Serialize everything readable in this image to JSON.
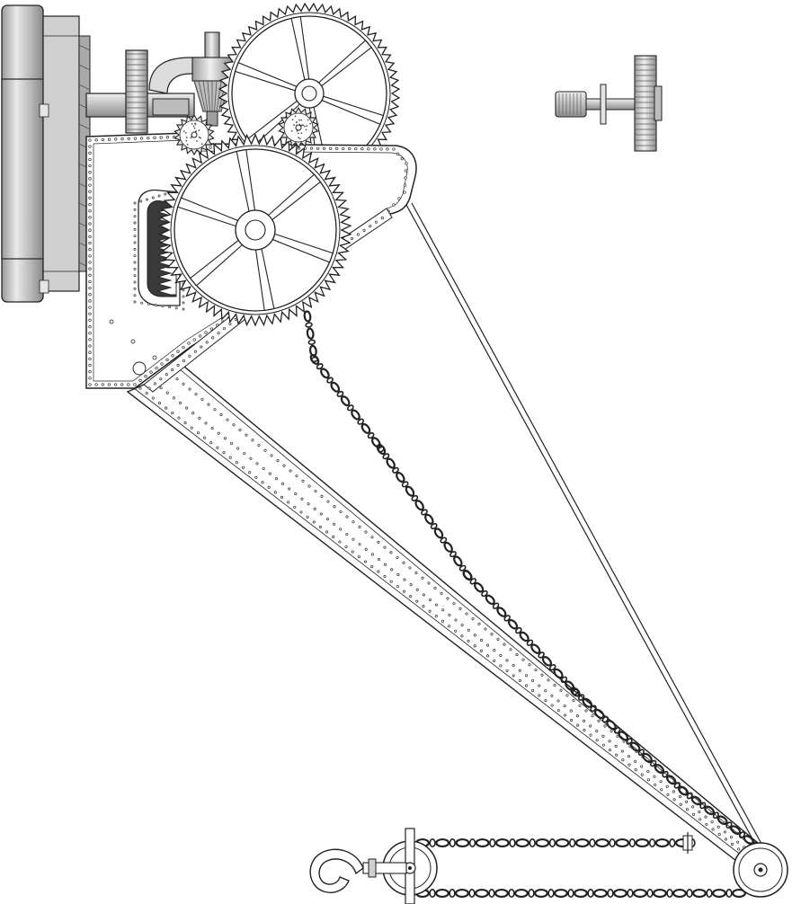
{
  "illustration": {
    "subject": "crane-mechanism",
    "colors": {
      "background": "#ffffff",
      "line": "#222222",
      "metal_light": "#e6e6e6",
      "metal_mid": "#c4c4c4",
      "metal_dark": "#8c8c8c",
      "shadow": "#3a3a3a",
      "rivet": "#444444"
    },
    "components": [
      "flywheel-drum",
      "main-shaft",
      "small-spur-gear-left",
      "bevel-gear-assembly",
      "large-upper-gear-wheel",
      "small-pinion-upper",
      "small-pinion-left",
      "large-lower-gear-wheel",
      "curved-rack-slot",
      "frame-plate",
      "jib-arm",
      "tie-rod",
      "hoist-chain",
      "jib-pulley",
      "hook-pulley-block",
      "lifting-hook",
      "detached-gear-shaft-detail"
    ]
  }
}
